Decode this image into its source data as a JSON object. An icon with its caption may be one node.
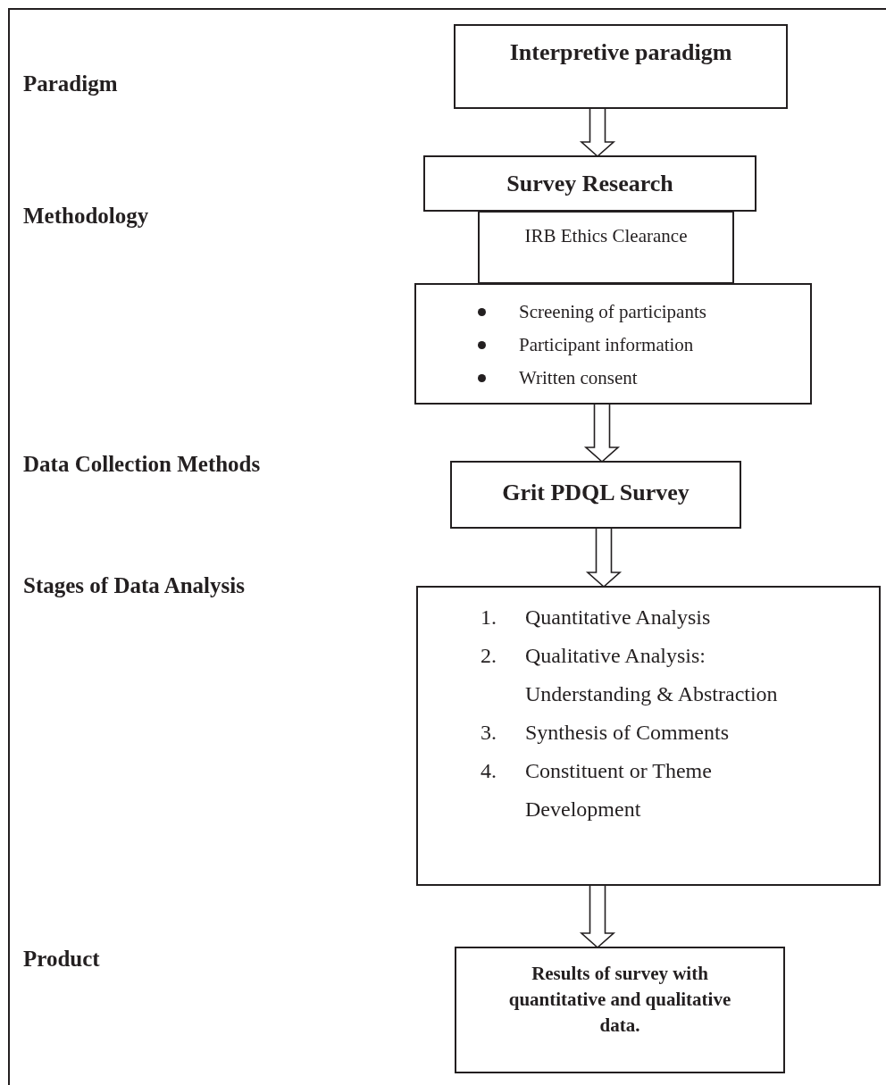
{
  "diagram": {
    "nodes": [
      {
        "text": [
          "Interpretive paradigm"
        ]
      },
      {
        "text": [
          "Survey Research"
        ]
      },
      {
        "text": [
          "IRB Ethics Clearance"
        ]
      },
      {
        "text": [
          "Screening of participants",
          "Participant information",
          "Written consent"
        ]
      },
      {
        "text": [
          "Grit PDQL Survey"
        ]
      },
      {
        "text": [
          "1. Quantitative Analysis",
          "2. Qualitative Analysis: Understanding & Abstraction",
          "3. Synthesis of Comments",
          "4. Constituent or Theme Development"
        ]
      },
      {
        "text": [
          "Results of survey with quantitative and qualitative data."
        ]
      }
    ],
    "edges": [
      {
        "from": 0,
        "to": 1,
        "arrow": "to"
      },
      {
        "from": 3,
        "to": 4,
        "arrow": "to"
      },
      {
        "from": 4,
        "to": 5,
        "arrow": "to"
      },
      {
        "from": 5,
        "to": 6,
        "arrow": "to"
      }
    ],
    "labels": [
      "Paradigm",
      "Methodology",
      "Data Collection Methods",
      "Stages of Data Analysis",
      "Product"
    ]
  }
}
